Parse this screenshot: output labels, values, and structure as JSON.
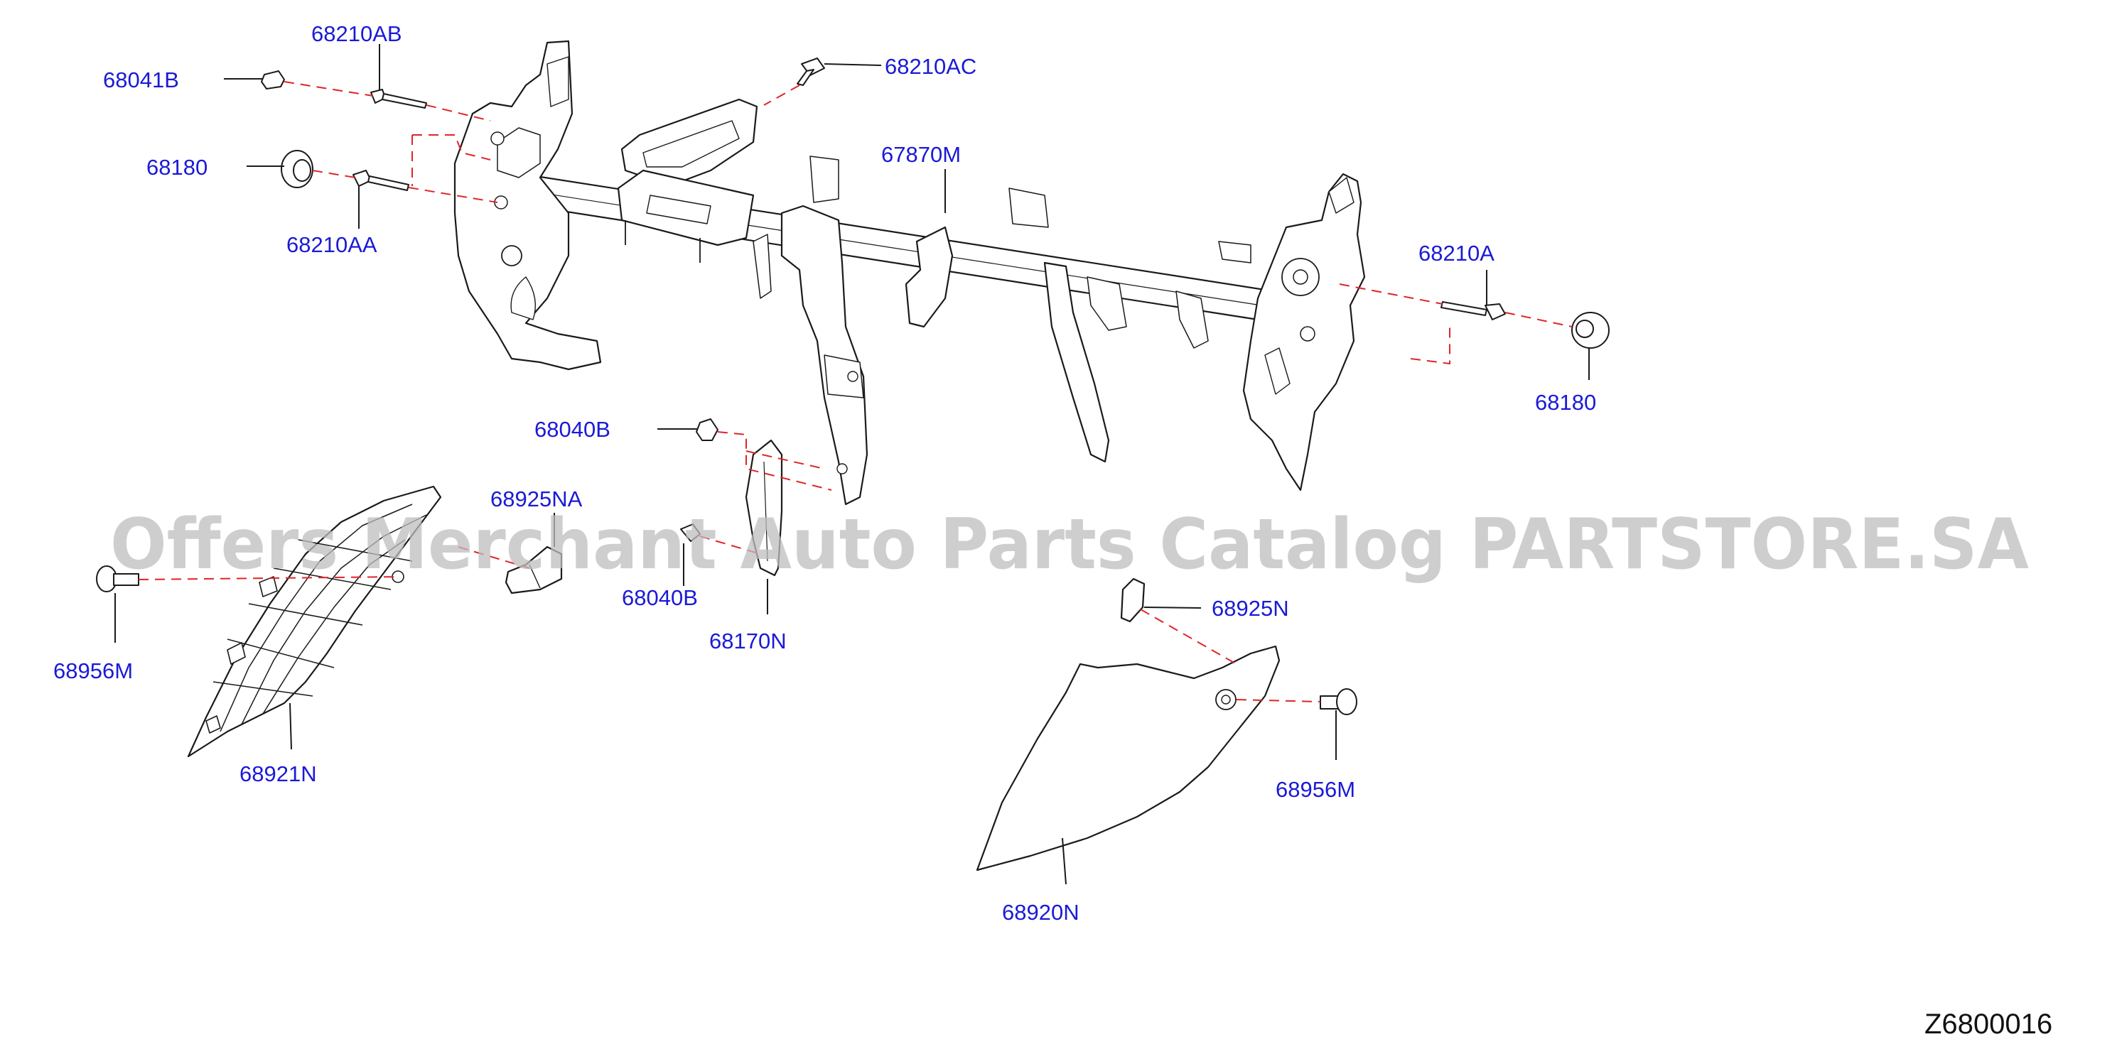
{
  "colors": {
    "label": "#1a1ad6",
    "line": "#1a1a1a",
    "dash": "#e0242a",
    "watermark": "#bdbdbd",
    "code": "#111111"
  },
  "watermark": "Offers Merchant Auto Parts Catalog PARTSTORE.SA",
  "diagram_code": "Z6800016",
  "parts": {
    "p68210AB": "68210AB",
    "p68041B": "68041B",
    "p68210AC": "68210AC",
    "p68180_left": "68180",
    "p67870M": "67870M",
    "p68210AA": "68210AA",
    "p68210A": "68210A",
    "p68180_right": "68180",
    "p68040B_upper": "68040B",
    "p68925NA": "68925NA",
    "p68040B_lower": "68040B",
    "p68956M_left": "68956M",
    "p68170N": "68170N",
    "p68925N": "68925N",
    "p68921N": "68921N",
    "p68956M_right": "68956M",
    "p68920N": "68920N"
  }
}
